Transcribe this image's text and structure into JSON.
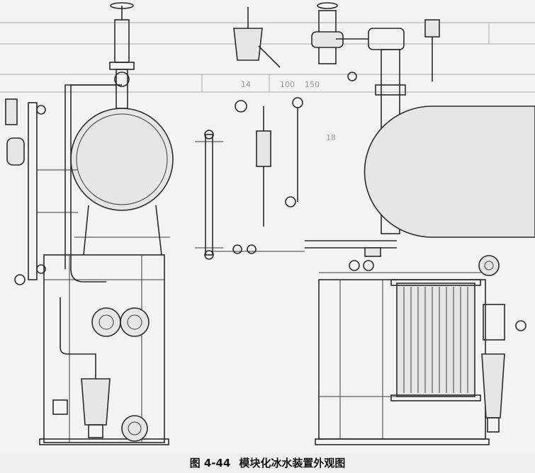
{
  "caption": {
    "figure_number": "图 4-44",
    "title": "模块化冰水装置外观图"
  },
  "background_table": {
    "values": [
      "100",
      "150",
      "14",
      "18"
    ]
  },
  "colors": {
    "line": "#2a2a2a",
    "background": "#f3f3f3",
    "caption": "#111111"
  }
}
